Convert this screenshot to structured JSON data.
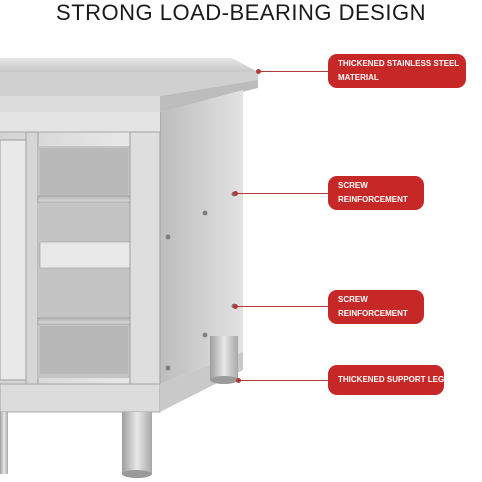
{
  "title": "STRONG LOAD-BEARING DESIGN",
  "colors": {
    "accent": "#c62828",
    "steel": "#cfcfcf"
  },
  "callouts": [
    {
      "line1": "THICKENED STAINLESS STEEL",
      "line2": "MATERIAL"
    },
    {
      "line1": "SCREW",
      "line2": "REINFORCEMENT"
    },
    {
      "line1": "SCREW",
      "line2": "REINFORCEMENT"
    },
    {
      "line1": "THICKENED SUPPORT LEGS",
      "line2": ""
    }
  ]
}
